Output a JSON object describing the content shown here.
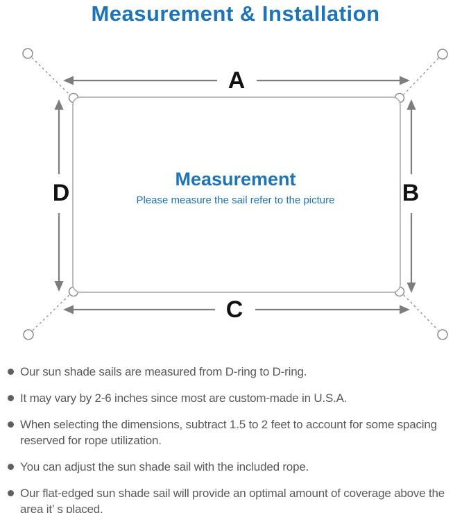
{
  "title": "Measurement & Installation",
  "diagram": {
    "heading": "Measurement",
    "subheading": "Please measure the sail refer to the picture",
    "labels": {
      "top": "A",
      "right": "B",
      "bottom": "C",
      "left": "D"
    }
  },
  "notes": [
    "Our sun shade sails are measured from D-ring to D-ring.",
    "It may vary by 2-6 inches since most are custom-made in U.S.A.",
    "When selecting the dimensions, subtract 1.5 to 2 feet to account for some spacing reserved for rope utilization.",
    "You can adjust the sun shade sail with the included rope.",
    "Our flat-edged sun shade sail will provide an optimal amount of coverage above the area it’ s placed."
  ],
  "colors": {
    "accent_blue": "#1b74bc",
    "body_text_gray": "#595959",
    "arrow_gray": "#7d7d7d",
    "outline_gray": "#a6a6a6"
  }
}
